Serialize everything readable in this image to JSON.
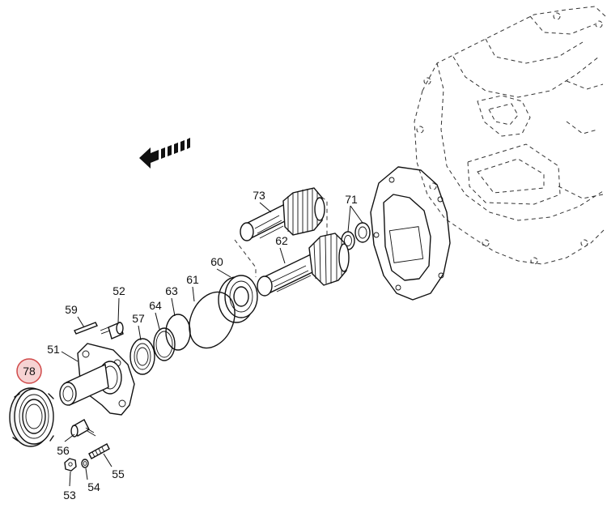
{
  "labels": {
    "p78": "78",
    "p73": "73",
    "p71": "71",
    "p62": "62",
    "p60": "60",
    "p61": "61",
    "p63": "63",
    "p64": "64",
    "p57": "57",
    "p52": "52",
    "p59": "59",
    "p51": "51",
    "p56": "56",
    "p55": "55",
    "p53": "53",
    "p54": "54"
  },
  "colors": {
    "line": "#111111",
    "highlight_fill": "#f6d3d3",
    "highlight_stroke": "#d04a4a",
    "background": "#ffffff"
  },
  "icons": {
    "direction_arrow": "direction-arrow-icon"
  },
  "highlighted_part": "78"
}
